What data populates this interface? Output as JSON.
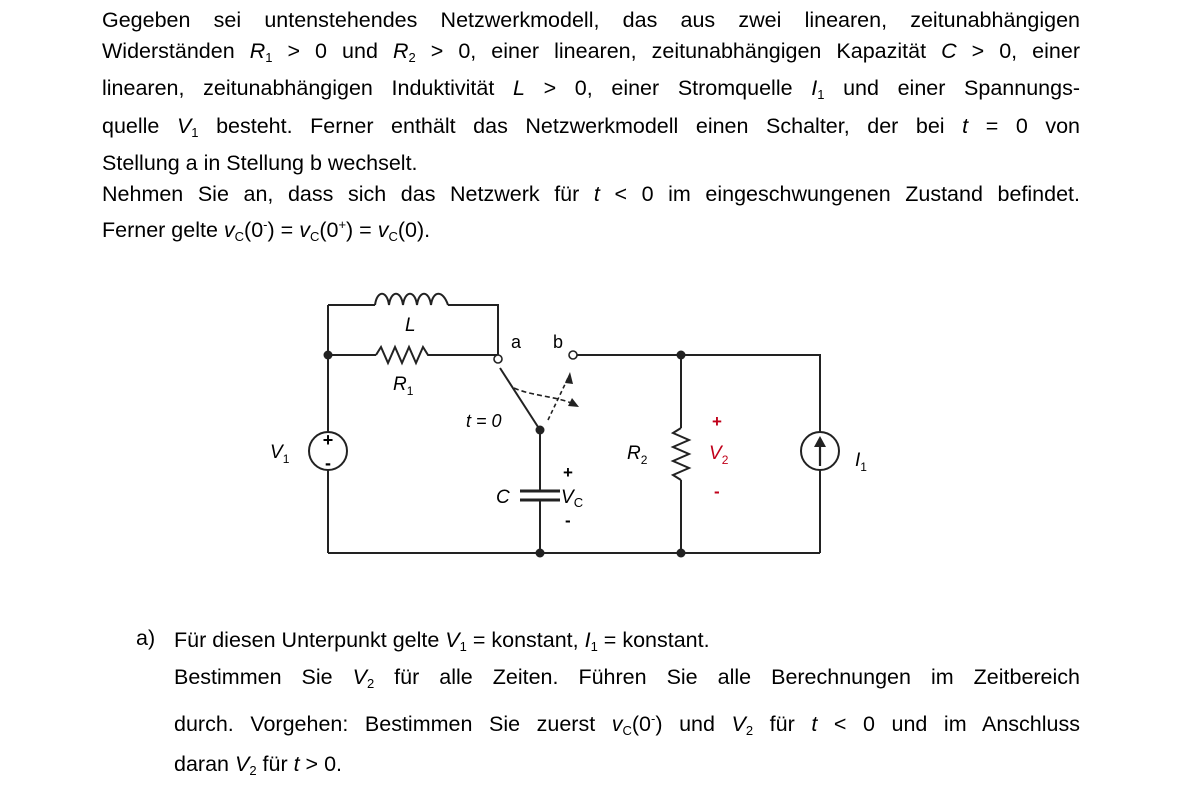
{
  "intro": {
    "l1": "Gegeben sei untenstehendes Netzwerkmodell, das aus zwei linearen, zeitunabhängigen",
    "l2a": "Widerständen ",
    "l2b": " > 0 und ",
    "l2c": " > 0, einer linearen, zeitunabhängigen Kapazität ",
    "l2d": " > 0, einer",
    "l3a": "linearen, zeitunabhängigen Induktivität ",
    "l3b": " > 0, einer Stromquelle ",
    "l3c": " und einer Spannungs-",
    "l4a": "quelle ",
    "l4b": " besteht. Ferner enthält das Netzwerkmodell einen Schalter, der bei ",
    "l4c": " = 0 von",
    "l5": "Stellung a in Stellung b wechselt.",
    "l6a": "Nehmen Sie an, dass sich das Netzwerk für ",
    "l6b": " < 0 im eingeschwungenen Zustand befindet.",
    "l7a": "Ferner gelte ",
    "l7b": "(0",
    "l7c": ") = ",
    "l7d": "(0",
    "l7e": ") = ",
    "l7f": "(0)."
  },
  "symbols": {
    "R": "R",
    "s1": "1",
    "s2": "2",
    "C": "C",
    "L": "L",
    "I": "I",
    "V": "V",
    "t": "t",
    "v": "v",
    "cap_c": "C",
    "minus": "-",
    "plus": "+"
  },
  "circuit": {
    "L": "L",
    "R": "R",
    "V": "V",
    "I": "I",
    "C": "C",
    "sub1": "1",
    "sub2": "2",
    "switch_a": "a",
    "switch_b": "b",
    "t0": "t = 0",
    "plus": "+",
    "minus": "-"
  },
  "task": {
    "label": "a)",
    "l1a": "Für diesen Unterpunkt gelte ",
    "l1b": " = konstant, ",
    "l1c": " = konstant.",
    "l2a": "Bestimmen Sie ",
    "l2b": " für alle Zeiten. Führen Sie alle Berechnungen im Zeitbereich",
    "l3a": "durch. Vorgehen: Bestimmen Sie zuerst ",
    "l3b": "(0",
    "l3c": ") und ",
    "l3d": " für ",
    "l3e": " < 0 und im Anschluss",
    "l4a": "daran ",
    "l4b": " für ",
    "l4c": " > 0."
  },
  "colors": {
    "text": "#000000",
    "accent_red": "#c0001a"
  }
}
